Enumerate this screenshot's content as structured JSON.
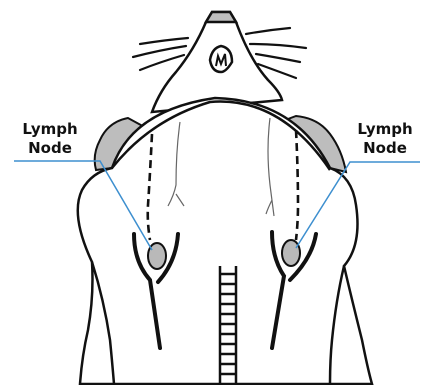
{
  "labels": {
    "left": {
      "line1": "Lymph",
      "line2": "Node"
    },
    "right": {
      "line1": "Lymph",
      "line2": "Node"
    }
  },
  "colors": {
    "stroke": "#111111",
    "shoulder_fill": "#bdbdbd",
    "node_fill": "#b9b9b9",
    "leader_line": "#3d8fcf",
    "background": "#ffffff"
  },
  "icons": [
    "mouse-ventral-outline",
    "lymph-node-marker",
    "trachea-icon"
  ]
}
